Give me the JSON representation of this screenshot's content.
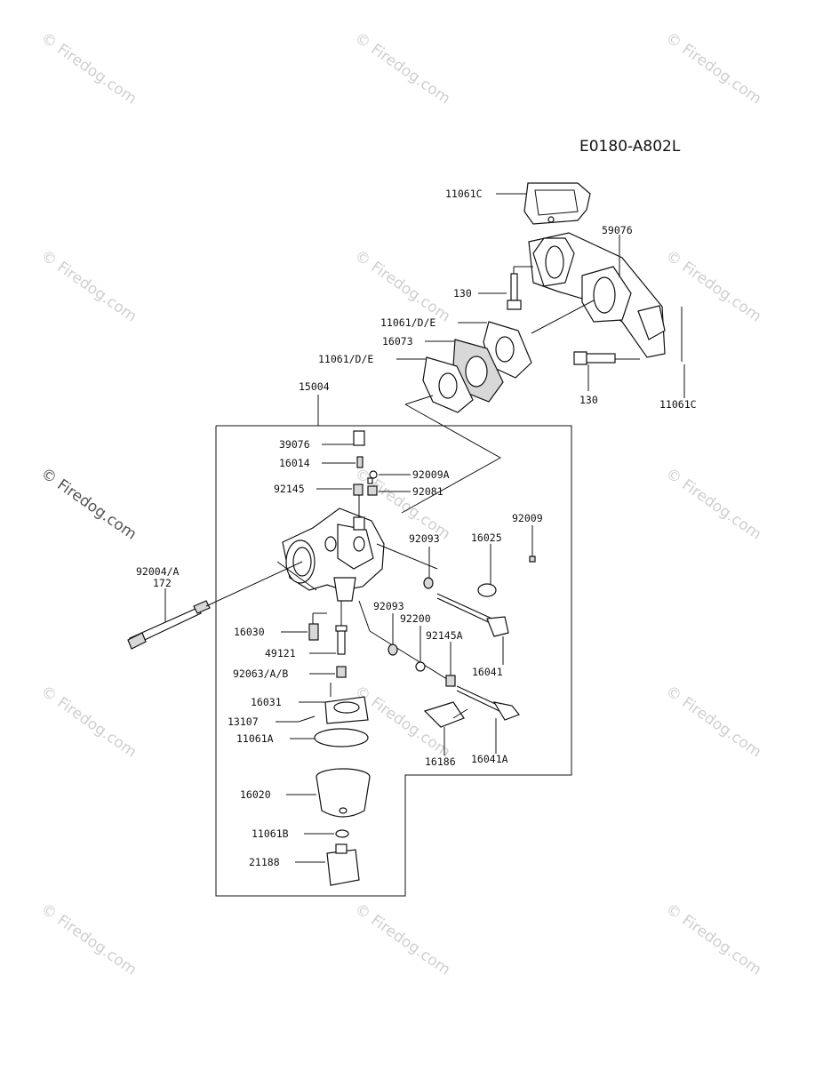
{
  "diagram_code": "E0180-A802L",
  "watermark": "© Firedog.com",
  "labels": {
    "p11061c_top": "11061C",
    "p59076": "59076",
    "p130_a": "130",
    "p11061de_a": "11061/D/E",
    "p16073": "16073",
    "p11061de_b": "11061/D/E",
    "p130_b": "130",
    "p11061c_right": "11061C",
    "p15004": "15004",
    "p39076": "39076",
    "p16014": "16014",
    "p92009a": "92009A",
    "p92145": "92145",
    "p92081": "92081",
    "p92009": "92009",
    "p92093_a": "92093",
    "p16025": "16025",
    "p92004a": "92004/A",
    "p172": "172",
    "p92093_b": "92093",
    "p92200": "92200",
    "p92145a": "92145A",
    "p16041": "16041",
    "p16030": "16030",
    "p49121": "49121",
    "p92063ab": "92063/A/B",
    "p16031": "16031",
    "p13107": "13107",
    "p11061a": "11061A",
    "p16186": "16186",
    "p16041a": "16041A",
    "p16020": "16020",
    "p11061b": "11061B",
    "p21188": "21188"
  }
}
